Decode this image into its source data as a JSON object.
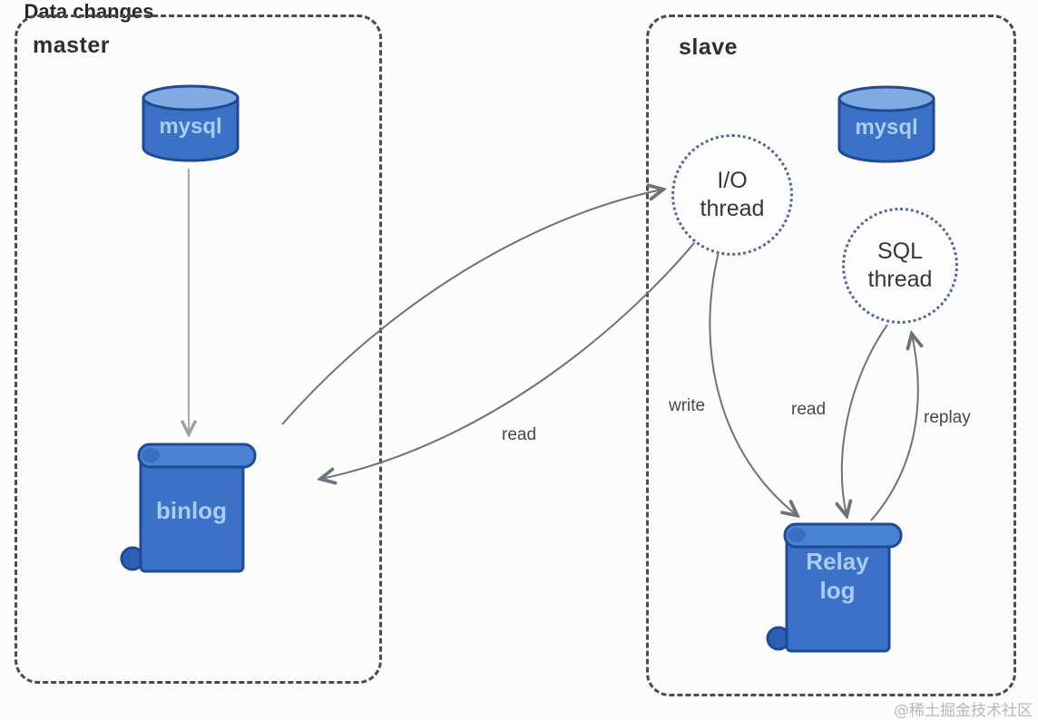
{
  "colors": {
    "node_fill": "#3b72c7",
    "node_border": "#1f4a94",
    "node_label": "#a9cdf3",
    "cylinder_top": "#7fabe2",
    "circle_border": "#55639f",
    "arrow": "#6d727b",
    "box_border": "#4b4b4f"
  },
  "master": {
    "title": "master",
    "database": "mysql",
    "change_label": "Data changes",
    "log": "binlog"
  },
  "slave": {
    "title": "slave",
    "database": "mysql",
    "io_thread": "I/O thread",
    "sql_thread": "SQL thread",
    "log": "Relay log"
  },
  "edges": {
    "binlog_to_io": "",
    "io_read_binlog": "read",
    "io_write_relay": "write",
    "sql_read_relay": "read",
    "relay_replay_sql": "replay"
  },
  "watermark": "@稀土掘金技术社区"
}
